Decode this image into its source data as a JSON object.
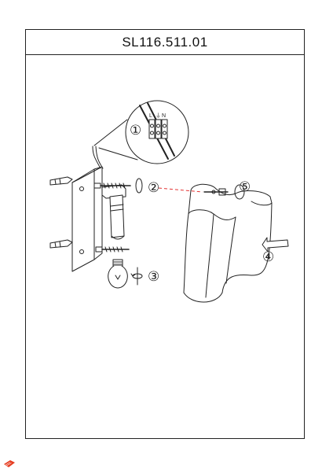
{
  "title": "SL116.511.01",
  "callouts": [
    {
      "id": "1",
      "label": "①"
    },
    {
      "id": "2",
      "label": "②"
    },
    {
      "id": "3",
      "label": "③"
    },
    {
      "id": "4",
      "label": "④"
    },
    {
      "id": "5",
      "label": "⑤"
    }
  ],
  "terminal_labels": [
    "L",
    "⏚",
    "N"
  ],
  "icons": [
    "wall-anchor-icon",
    "screw-icon",
    "bulb-icon",
    "rotate-arrow-icon",
    "push-arrow-icon",
    "brand-logo-icon"
  ],
  "colors": {
    "line": "#222222",
    "dash": "#e33333",
    "logo": "#e53b1f"
  }
}
